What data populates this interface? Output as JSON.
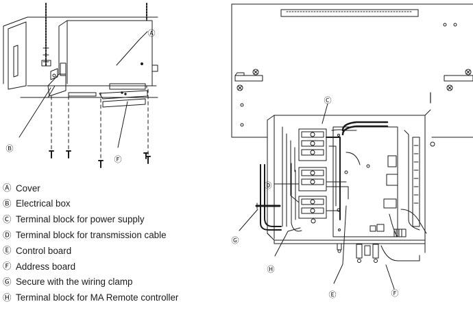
{
  "callouts": {
    "a": "Ⓐ",
    "b": "Ⓑ",
    "c": "Ⓒ",
    "d": "Ⓓ",
    "e": "Ⓔ",
    "f_left": "Ⓕ",
    "f_right": "Ⓕ",
    "g": "Ⓖ",
    "h": "Ⓗ"
  },
  "legend": [
    {
      "key": "Ⓐ",
      "text": "Cover"
    },
    {
      "key": "Ⓑ",
      "text": "Electrical box"
    },
    {
      "key": "Ⓒ",
      "text": "Terminal block for power supply"
    },
    {
      "key": "Ⓓ",
      "text": "Terminal block for transmission cable"
    },
    {
      "key": "Ⓔ",
      "text": "Control board"
    },
    {
      "key": "Ⓕ",
      "text": "Address board"
    },
    {
      "key": "Ⓖ",
      "text": "Secure with the wiring clamp"
    },
    {
      "key": "Ⓗ",
      "text": "Terminal block for MA Remote controller"
    }
  ]
}
